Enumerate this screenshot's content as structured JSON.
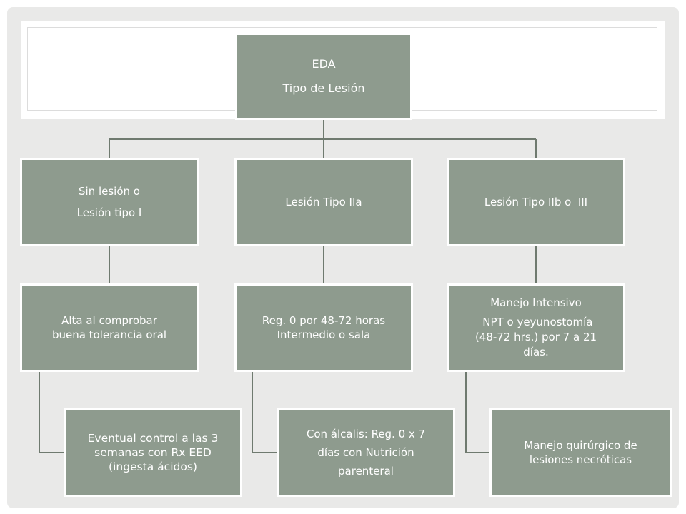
{
  "root": {
    "line1": "EDA",
    "line2": "Tipo de Lesión"
  },
  "branches": [
    {
      "title": {
        "line1": "Sin lesión o",
        "line2": "Lesión tipo I"
      },
      "step": {
        "line1": "Alta al comprobar",
        "line2": "buena tolerancia oral"
      },
      "detail": {
        "line1": "Eventual control a las 3",
        "line2": "semanas con Rx EED",
        "line3": "(ingesta ácidos)"
      }
    },
    {
      "title": {
        "line1": "Lesión Tipo IIa"
      },
      "step": {
        "line1": "Reg. 0 por 48-72 horas",
        "line2": "Intermedio o sala"
      },
      "detail": {
        "line1": "Con álcalis: Reg. 0 x 7",
        "line2": "días con Nutrición",
        "line3": "parenteral"
      }
    },
    {
      "title": {
        "line1": "Lesión Tipo IIb o  III"
      },
      "step": {
        "line1": "Manejo Intensivo",
        "line2": " NPT o yeyunostomía",
        "line3": "(48-72 hrs.) por 7 a 21",
        "line4": "días."
      },
      "detail": {
        "line1": "Manejo quirúrgico de",
        "line2": "lesiones necróticas"
      }
    }
  ],
  "colors": {
    "node_fill": "#8e9b8e",
    "connector": "#6f7a6f",
    "background": "#e9e9e8"
  }
}
